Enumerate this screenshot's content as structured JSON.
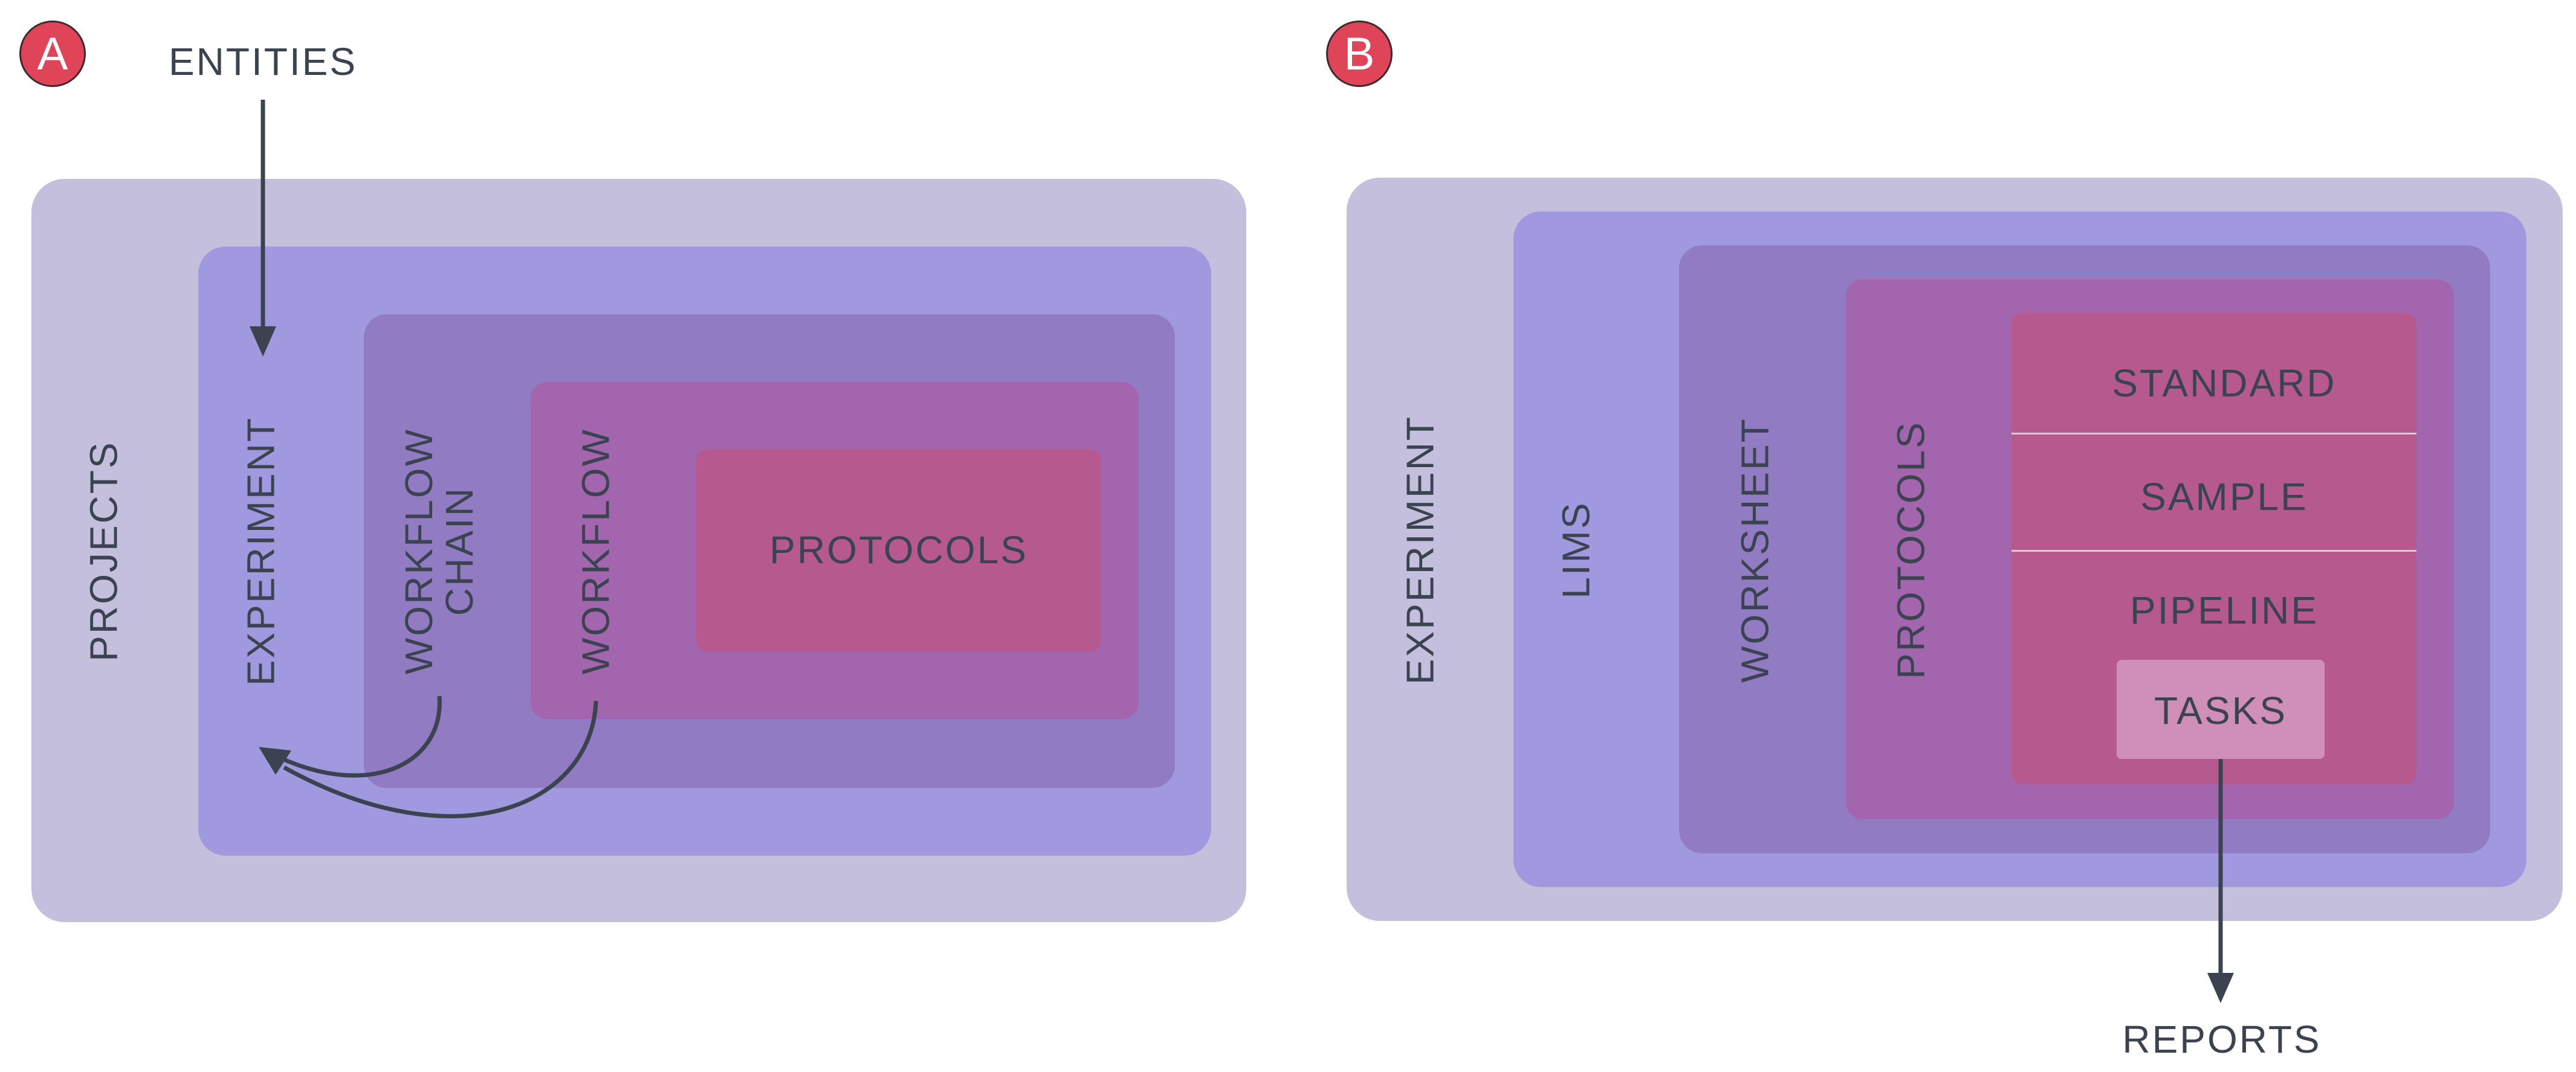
{
  "colors": {
    "badge": "#e04459",
    "level1": "#c4bfdd",
    "level2": "#a099e0",
    "level3": "#917cc4",
    "level4": "#a265ae",
    "level5": "#b5598f",
    "tasks": "#cf8fb8",
    "ink": "#3b4350"
  },
  "panel_a": {
    "badge": "A",
    "entities_label": "ENTITIES",
    "projects_label": "PROJECTS",
    "experiment_label": "EXPERIMENT",
    "workflow_chain_line1": "WORKFLOW",
    "workflow_chain_line2": "CHAIN",
    "workflow_label": "WORKFLOW",
    "protocols_label": "PROTOCOLS"
  },
  "panel_b": {
    "badge": "B",
    "experiment_label": "EXPERIMENT",
    "lims_label": "LIMS",
    "worksheet_label": "WORKSHEET",
    "protocols_label": "PROTOCOLS",
    "standard_label": "STANDARD",
    "sample_label": "SAMPLE",
    "pipeline_label": "PIPELINE",
    "tasks_label": "TASKS",
    "reports_label": "REPORTS"
  }
}
